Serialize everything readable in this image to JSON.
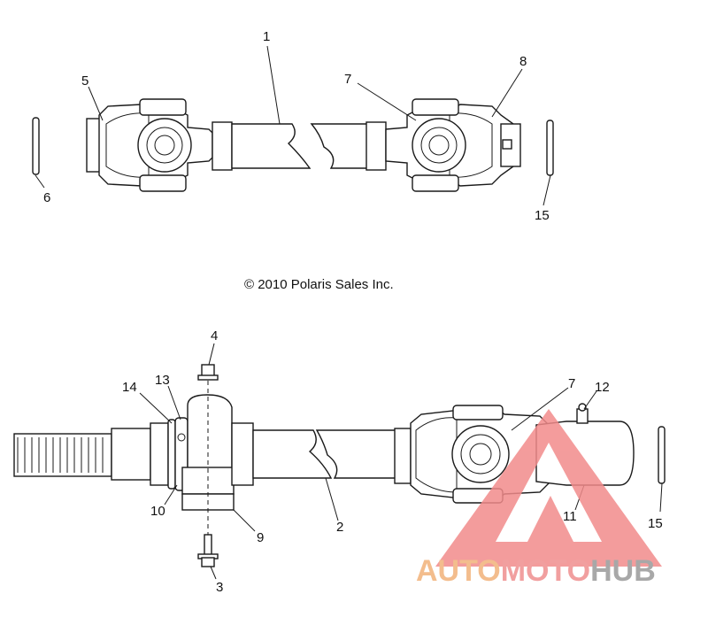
{
  "copyright": "© 2010 Polaris Sales Inc.",
  "callouts": {
    "c1": "1",
    "c5": "5",
    "c6": "6",
    "c7_top": "7",
    "c8": "8",
    "c15_top": "15",
    "c4": "4",
    "c14": "14",
    "c13": "13",
    "c10": "10",
    "c9": "9",
    "c3": "3",
    "c2": "2",
    "c7_bottom": "7",
    "c12": "12",
    "c11": "11",
    "c15_bottom": "15"
  },
  "watermark": {
    "part1": "AUTO",
    "part2": "MOTO",
    "part3": "HUB",
    "colors": {
      "orange": "#f2b27a",
      "red": "#ef8f8f",
      "gray": "#9a9a9a",
      "triangle": "#f28b8b"
    }
  }
}
